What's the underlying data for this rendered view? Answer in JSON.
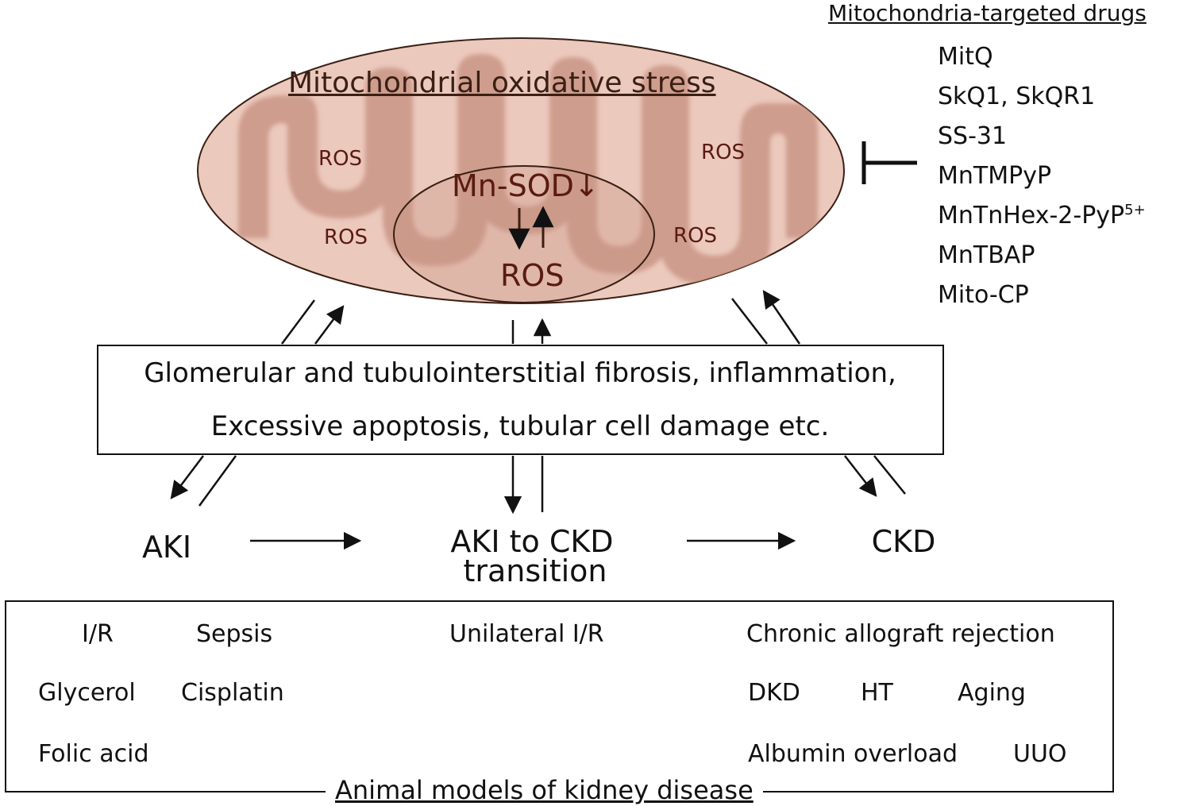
{
  "mitochondria": {
    "title": "Mitochondrial oxidative stress",
    "ros_labels": [
      "ROS",
      "ROS",
      "ROS",
      "ROS"
    ],
    "core_top": "Mn-SOD↓",
    "core_bottom": "ROS",
    "colors": {
      "outer": "#ecc9bd",
      "inner": "#c99585",
      "stroke": "#3a1f14"
    }
  },
  "drugs": {
    "title": "Mitochondria-targeted drugs",
    "items": [
      {
        "text": "MitQ",
        "sup": ""
      },
      {
        "text": "SkQ1, SkQR1",
        "sup": ""
      },
      {
        "text": "SS-31",
        "sup": ""
      },
      {
        "text": "MnTMPyP",
        "sup": ""
      },
      {
        "text": "MnTnHex-2-PyP",
        "sup": "5+"
      },
      {
        "text": "MnTBAP",
        "sup": ""
      },
      {
        "text": "Mito-CP",
        "sup": ""
      }
    ]
  },
  "damage_box": {
    "line1": "Glomerular and tubulointerstitial fibrosis, inflammation,",
    "line2": "Excessive apoptosis, tubular cell damage etc."
  },
  "stages": {
    "aki": "AKI",
    "transition_line1": "AKI to CKD",
    "transition_line2": "transition",
    "ckd": "CKD"
  },
  "models": {
    "title": "Animal models of kidney disease",
    "aki": [
      "I/R",
      "Sepsis",
      "Glycerol",
      "Cisplatin",
      "Folic acid"
    ],
    "transition": [
      "Unilateral I/R"
    ],
    "ckd": [
      "Chronic allograft rejection",
      "DKD",
      "HT",
      "Aging",
      "Albumin overload",
      "UUO"
    ]
  }
}
